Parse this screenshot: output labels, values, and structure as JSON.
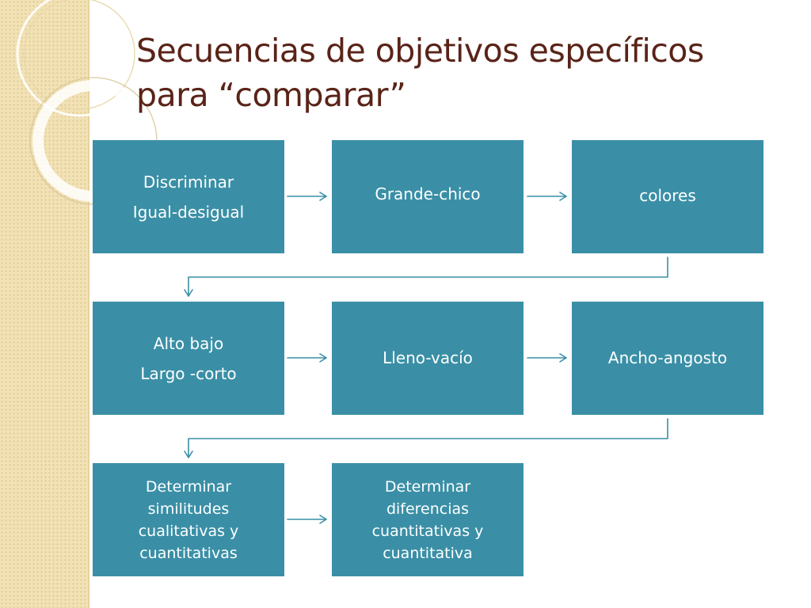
{
  "slide": {
    "title_lines": [
      "Secuencias de objetivos específicos",
      "para “comparar”"
    ]
  },
  "colors": {
    "box_fill": "#3a8fa6",
    "box_text": "#ffffff",
    "arrow": "#3a8fa6",
    "title": "#5a2318",
    "side_panel": "#f2e2b5"
  },
  "diagram": {
    "rows": [
      [
        {
          "lines": [
            "Discriminar",
            "Igual-desigual"
          ]
        },
        {
          "lines": [
            "Grande-chico"
          ]
        },
        {
          "lines": [
            "colores"
          ]
        }
      ],
      [
        {
          "lines": [
            "Alto bajo",
            "Largo -corto"
          ]
        },
        {
          "lines": [
            "Lleno-vacío"
          ]
        },
        {
          "lines": [
            "Ancho-angosto"
          ]
        }
      ],
      [
        {
          "lines": [
            "Determinar",
            "similitudes",
            "cualitativas y",
            "cuantitativas"
          ]
        },
        {
          "lines": [
            "Determinar",
            "diferencias",
            "cuantitativas y",
            "cuantitativa"
          ]
        }
      ]
    ]
  }
}
